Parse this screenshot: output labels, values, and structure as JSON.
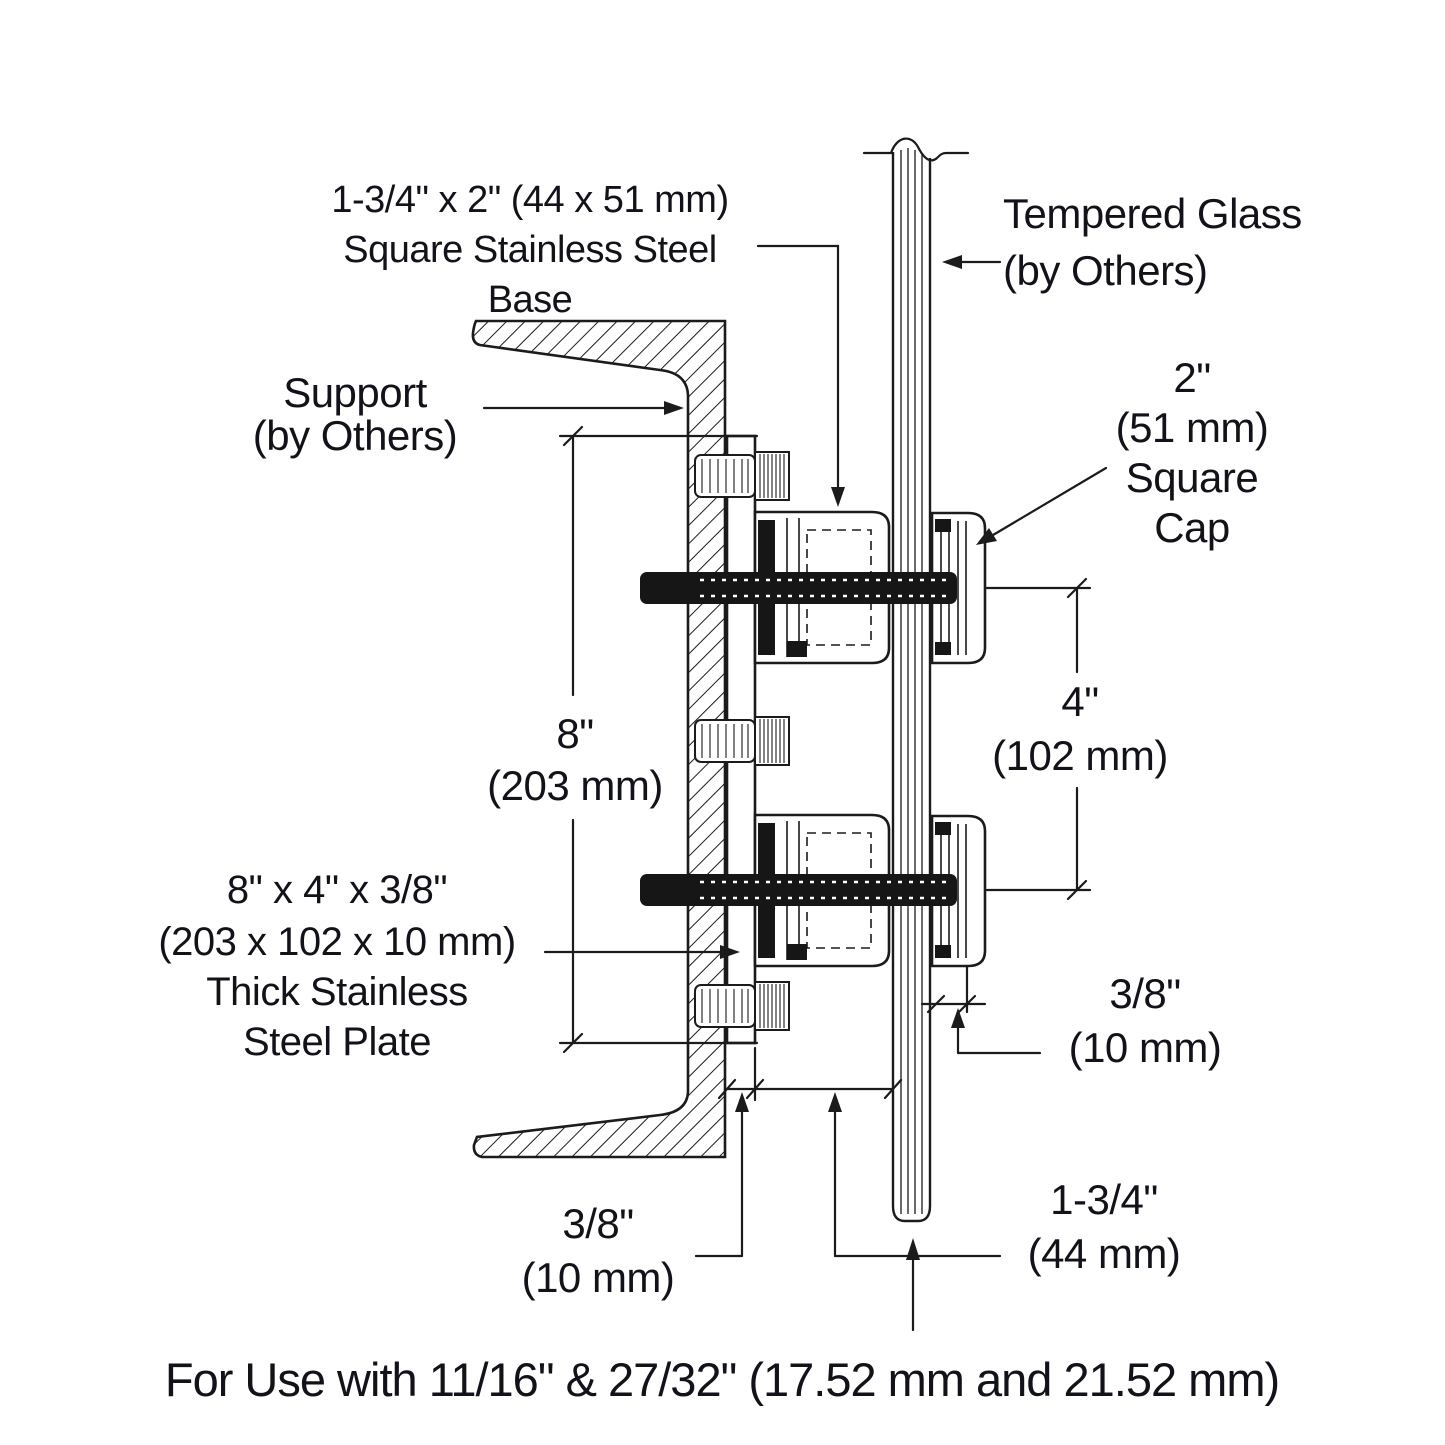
{
  "caption": "For Use with 11/16\" & 27/32\" (17.52 mm and 21.52 mm)",
  "labels": {
    "base": [
      "1-3/4\" x 2\" (44 x 51 mm)",
      "Square Stainless Steel",
      "Base"
    ],
    "tempered_glass": [
      "Tempered Glass",
      "(by Others)"
    ],
    "support": [
      "Support",
      "(by Others)"
    ],
    "square_cap": [
      "2\"",
      "(51 mm)",
      "Square",
      "Cap"
    ],
    "plate": [
      "8\" x 4\" x 3/8\"",
      "(203 x 102 x 10 mm)",
      "Thick Stainless",
      "Steel Plate"
    ]
  },
  "dimensions": {
    "plate_height": [
      "8\"",
      "(203 mm)"
    ],
    "bolt_spacing": [
      "4\"",
      "(102 mm)"
    ],
    "cap_thickness": [
      "3/8\"",
      "(10 mm)"
    ],
    "plate_thickness": [
      "3/8\"",
      "(10 mm)"
    ],
    "base_length": [
      "1-3/4\"",
      "(44 mm)"
    ]
  },
  "colors": {
    "line": "#1b1b1b",
    "text": "#12121a",
    "background": "#ffffff"
  }
}
